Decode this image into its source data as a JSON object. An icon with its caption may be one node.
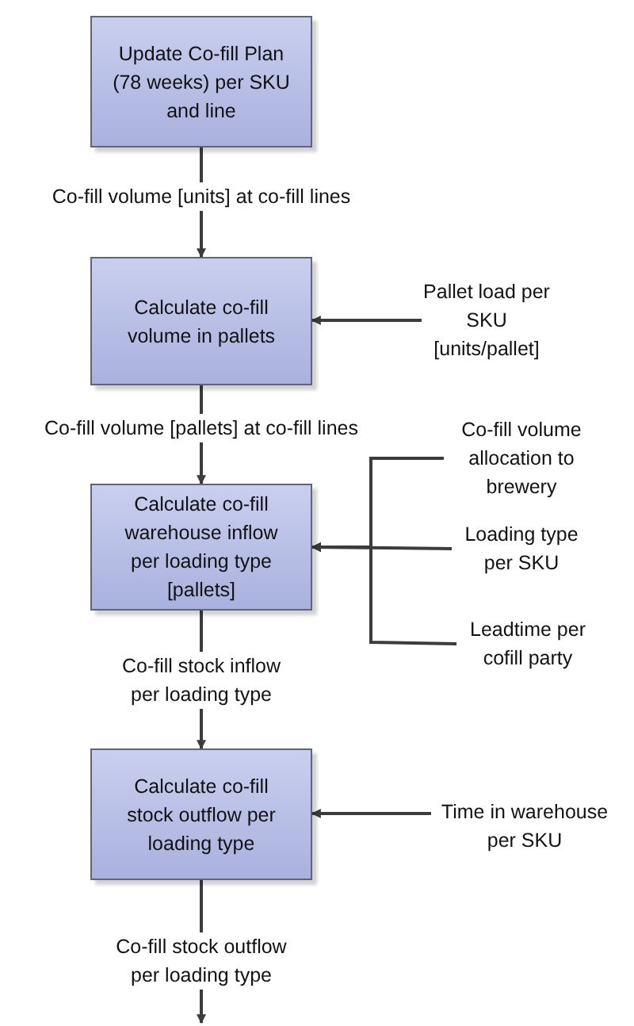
{
  "diagram": {
    "nodes": [
      {
        "text": [
          "Update Co-fill Plan (78 weeks) per SKU and line"
        ]
      },
      {
        "text": [
          "Calculate co-fill volume in pallets"
        ]
      },
      {
        "text": [
          "Calculate co-fill warehouse inflow per loading type [pallets]"
        ]
      },
      {
        "text": [
          "Co-fill stock inflow per loading type"
        ]
      },
      {
        "text": [
          "Calculate co-fill stock outflow per loading type"
        ]
      },
      {
        "text": [
          "Co-fill stock outflow per loading type"
        ]
      },
      {
        "text": [
          "Pallet load per SKU [units/pallet]"
        ]
      },
      {
        "text": [
          "Co-fill volume allocation to brewery"
        ]
      },
      {
        "text": [
          "Loading type per SKU"
        ]
      },
      {
        "text": [
          "Leadtime per cofill party"
        ]
      },
      {
        "text": [
          "Time in warehouse per SKU"
        ]
      }
    ],
    "edges": [
      {
        "from": 0,
        "to": 1,
        "arrow": "to",
        "label": "Co-fill volume [units] at co-fill lines"
      },
      {
        "from": 1,
        "to": 2,
        "arrow": "to",
        "label": "Co-fill volume [pallets] at co-fill lines"
      },
      {
        "from": 2,
        "to": 3,
        "arrow": "none"
      },
      {
        "from": 3,
        "to": 4,
        "arrow": "to"
      },
      {
        "from": 4,
        "to": 5,
        "arrow": "none"
      },
      {
        "from": 5,
        "to": null,
        "arrow": "to"
      },
      {
        "from": 6,
        "to": 1,
        "arrow": "to"
      },
      {
        "from": 7,
        "to": 2,
        "arrow": "to"
      },
      {
        "from": 8,
        "to": 2,
        "arrow": "to"
      },
      {
        "from": 9,
        "to": 2,
        "arrow": "to"
      },
      {
        "from": 10,
        "to": 4,
        "arrow": "to"
      }
    ]
  }
}
